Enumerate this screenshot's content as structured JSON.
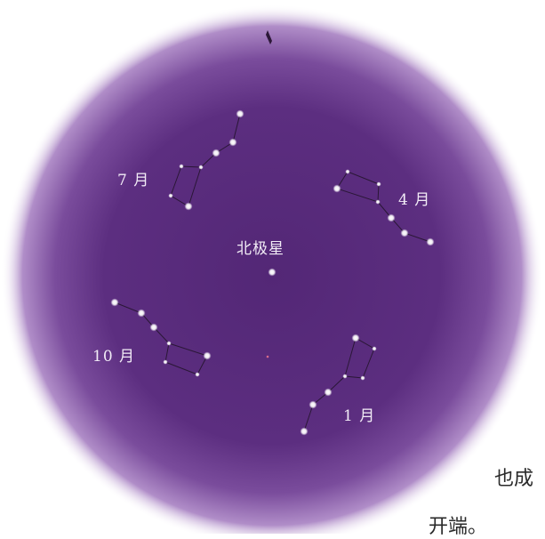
{
  "labels": {
    "polaris": "北极星",
    "july": "7 月",
    "april": "4 月",
    "october": "10 月",
    "january": "1 月"
  },
  "text_fragments": {
    "right_text": "也成",
    "bottom_text": "开端。"
  },
  "colors": {
    "sky_center": "#4e2470",
    "sky_mid": "#6b3f8e",
    "sky_edge": "#c9a7dc",
    "star": "#ffffff",
    "line": "#2a1736"
  }
}
